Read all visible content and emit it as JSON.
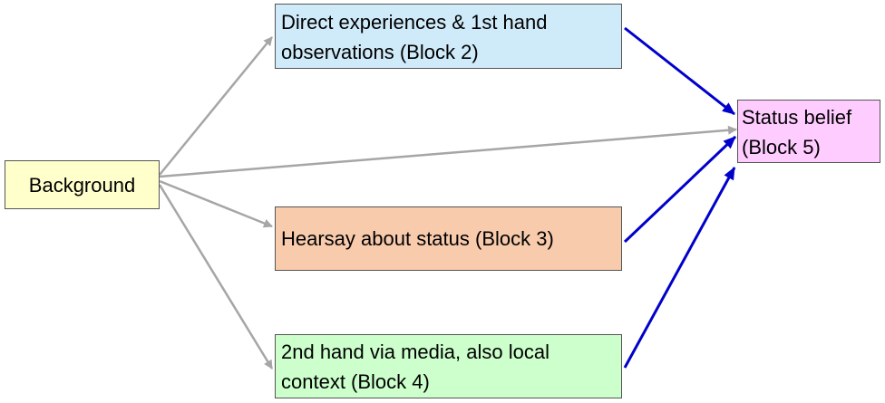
{
  "colors": {
    "background_fill": "#ffffcc",
    "direct_fill": "#cfeaf9",
    "hearsay_fill": "#f8cbad",
    "media_fill": "#ccffcc",
    "status_fill": "#ffccff",
    "gray_arrow": "#a6a6a6",
    "blue_arrow": "#0000cc"
  },
  "nodes": {
    "background": {
      "label": "Background"
    },
    "direct": {
      "line1": "Direct experiences & 1st hand",
      "line2": "observations (Block 2)"
    },
    "hearsay": {
      "label": "Hearsay about status (Block 3)"
    },
    "media": {
      "line1": "2nd hand via media, also local",
      "line2": "context (Block 4)"
    },
    "status": {
      "line1": "Status belief",
      "line2": "(Block 5)"
    }
  },
  "edges": [
    {
      "from": "background",
      "to": "direct",
      "style": "gray"
    },
    {
      "from": "background",
      "to": "status",
      "style": "gray"
    },
    {
      "from": "background",
      "to": "hearsay",
      "style": "gray"
    },
    {
      "from": "background",
      "to": "media",
      "style": "gray"
    },
    {
      "from": "direct",
      "to": "status",
      "style": "blue"
    },
    {
      "from": "hearsay",
      "to": "status",
      "style": "blue"
    },
    {
      "from": "media",
      "to": "status",
      "style": "blue"
    }
  ]
}
